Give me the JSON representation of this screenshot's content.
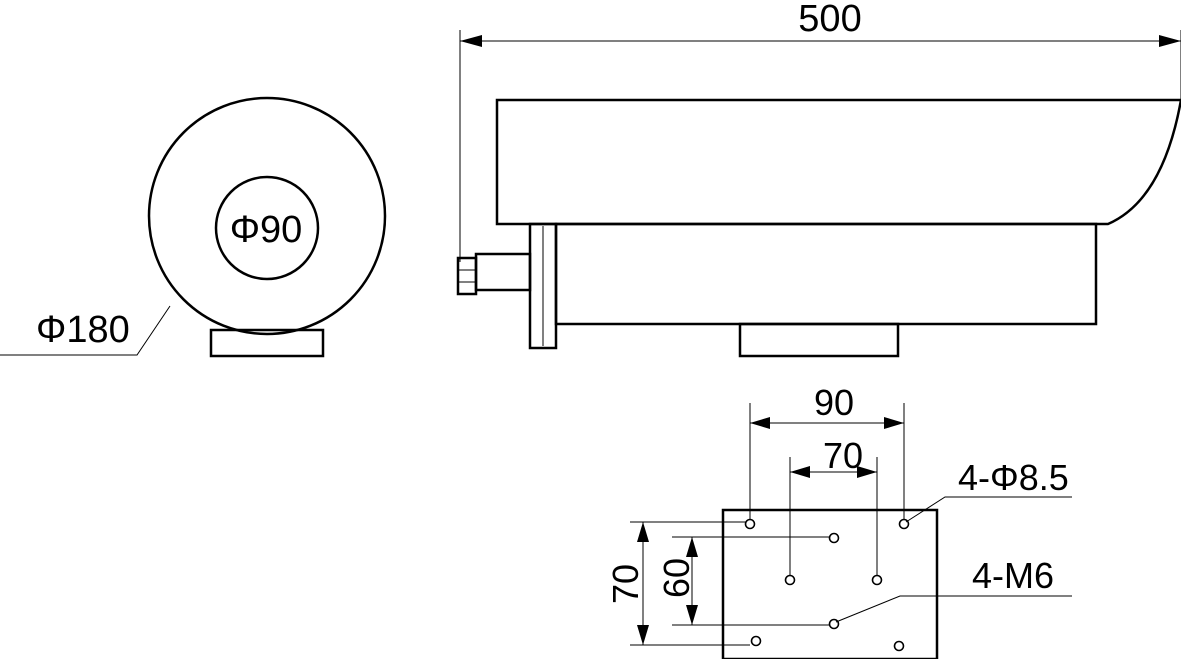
{
  "front_view": {
    "inner_diameter_label": "Φ90",
    "outer_diameter_label": "Φ180"
  },
  "side_view": {
    "overall_length_label": "500"
  },
  "base_plate": {
    "outer_hole_spacing_label": "90",
    "inner_hole_spacing_label": "70",
    "outer_vertical_spacing_label": "70",
    "inner_vertical_spacing_label": "60",
    "through_holes_label": "4-Φ8.5",
    "tapped_holes_label": "4-M6"
  }
}
